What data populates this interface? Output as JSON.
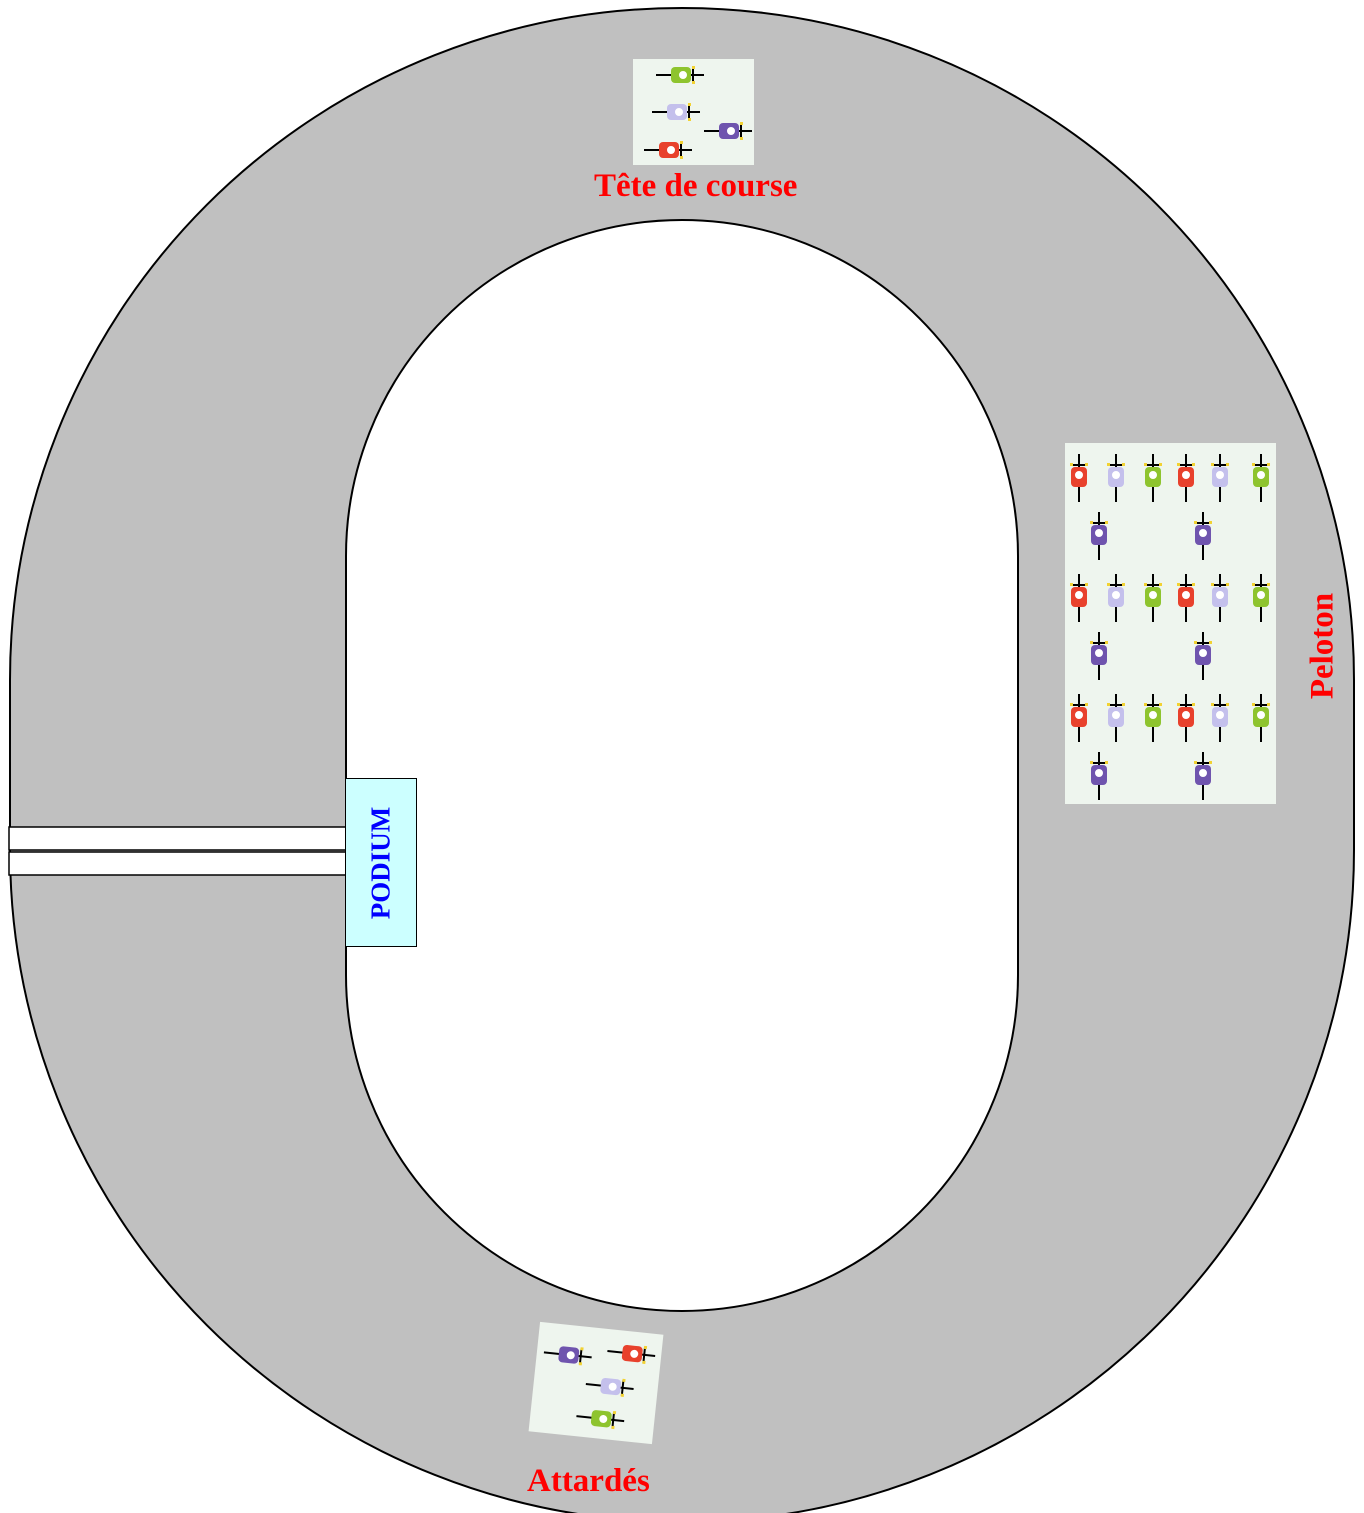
{
  "labels": {
    "head": "Tête de course",
    "peloton": "Peloton",
    "stragglers": "Attardés",
    "podium": "PODIUM"
  },
  "colors": {
    "track": "#c0c0c0",
    "infield": "#ffffff",
    "label_red": "#ff0000",
    "podium_text": "#0000ff",
    "podium_fill": "#ccffff",
    "group_bg": "#eef5ee",
    "rider_red": "#e8412c",
    "rider_lilac": "#c4c0ec",
    "rider_green": "#8ec42e",
    "rider_purple": "#6f54ae"
  },
  "icons": {
    "rider": "cyclist-icon"
  },
  "groups": {
    "head": {
      "riders": [
        "green",
        "lilac",
        "purple",
        "red"
      ]
    },
    "peloton": {
      "riders": [
        "red",
        "lilac",
        "green",
        "red",
        "lilac",
        "green",
        "purple",
        "purple",
        "red",
        "lilac",
        "green",
        "red",
        "lilac",
        "green",
        "purple",
        "purple",
        "red",
        "lilac",
        "green",
        "red",
        "lilac",
        "green",
        "purple",
        "purple"
      ]
    },
    "stragglers": {
      "riders": [
        "purple",
        "red",
        "lilac",
        "green"
      ]
    }
  }
}
